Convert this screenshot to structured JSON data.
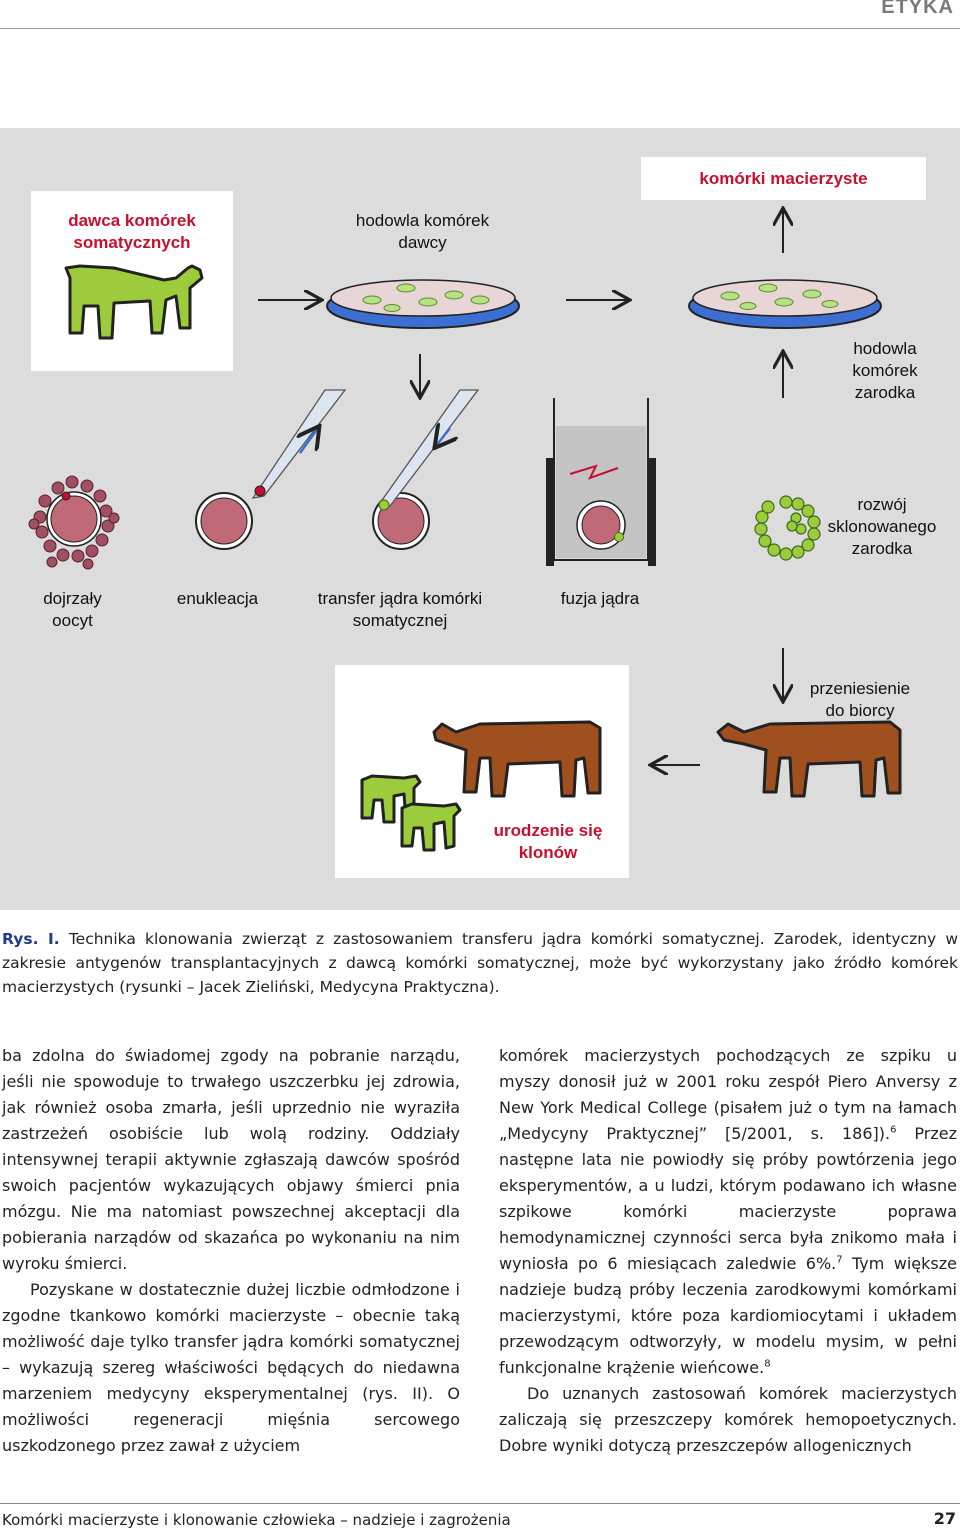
{
  "header": {
    "section": "ETYKA"
  },
  "figure": {
    "donor": "dawca komórek somatycznych",
    "culture_donor": "hodowla komórek dawcy",
    "stem_cells": "komórki macierzyste",
    "embryo_culture": "hodowla komórek zarodka",
    "embryo_development": "rozwój sklonowanego zarodka",
    "steps": {
      "oocyte": "dojrzały oocyt",
      "enucleation": "enukleacja",
      "transfer": "transfer jądra komórki somatycznej",
      "fusion": "fuzja jądra"
    },
    "recipient": "przeniesienie do biorcy",
    "clones_birth": "urodzenie się klonów",
    "colors": {
      "green_cow": "#9ccc3c",
      "brown_cow": "#a0501e",
      "dish_blue": "#3b6fd1",
      "label_red": "#c8102e"
    }
  },
  "caption": {
    "label": "Rys. I.",
    "text": " Technika klonowania zwierząt z zastosowaniem transferu jądra komórki somatycznej. Zarodek, identyczny w zakresie antygenów transplantacyjnych z dawcą komórki somatycznej, może być wykorzystany jako źródło komórek macierzystych (rysunki – Jacek Zieliński, Medycyna Praktyczna)."
  },
  "body": {
    "left": [
      "ba zdolna do świadomej zgody na pobranie narządu, jeśli nie spowoduje to trwałego uszczerbku jej zdrowia, jak również osoba zmarła, jeśli uprzednio nie wyraziła zastrzeżeń osobiście lub wolą rodziny. Oddziały intensywnej terapii aktywnie zgłaszają dawców spośród swoich pacjentów wykazujących objawy śmierci pnia mózgu. Nie ma natomiast powszechnej akceptacji dla pobierania narządów od skazańca po wykonaniu na nim wyroku śmierci.",
      "Pozyskane w dostatecznie dużej liczbie odmłodzone i zgodne tkankowo komórki macierzyste – obecnie taką możliwość daje tylko transfer jądra komórki somatycznej – wykazują szereg właściwości będących do niedawna marzeniem medycyny eksperymentalnej (rys. II). O możliwości regeneracji mięśnia sercowego uszkodzonego przez zawał z użyciem"
    ],
    "right_p1": {
      "a": "komórek macierzystych pochodzących ze szpiku u myszy donosił już w 2001 roku zespół Piero Anversy z New York Medical College (pisałem już o tym na łamach „Medycyny Praktycznej” [5/2001, s. 186]).",
      "sup1": "6",
      "b": " Przez następne lata nie powiodły się próby powtórzenia jego eksperymentów, a u ludzi, którym podawano ich własne szpikowe komórki macierzyste poprawa hemodynamicznej czynności serca była znikomo mała i wyniosła po 6 miesiącach zaledwie 6%.",
      "sup2": "7",
      "c": " Tym większe nadzieje budzą próby leczenia zarodkowymi komórkami macierzystymi, które poza kardiomiocytami i układem przewodzącym odtworzyły, w modelu mysim, w pełni funkcjonalne krążenie wieńcowe.",
      "sup3": "8"
    },
    "right_p2": "Do uznanych zastosowań komórek macierzystych zaliczają się przeszczepy komórek hemopoetycznych. Dobre wyniki dotyczą przeszczepów allogenicznych"
  },
  "footer": {
    "title": "Komórki macierzyste i klonowanie człowieka – nadzieje i zagrożenia",
    "page": "27"
  }
}
